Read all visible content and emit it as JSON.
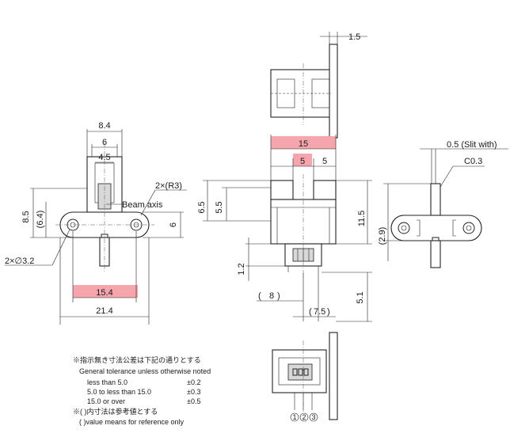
{
  "dimensions": {
    "left_view": {
      "d_8_4": "8.4",
      "d_6": "6",
      "d_4_5": "4.5",
      "d_8_5": "8.5",
      "d_6_4": "(6.4)",
      "d_6_right": "6",
      "d_15_4": "15.4",
      "d_21_4": "21.4",
      "hole_note": "2×∅3.2",
      "radius_note": "2×(R3)",
      "beam_axis": "Beam axis"
    },
    "center_view": {
      "d_1_5": "1.5",
      "d_15": "15",
      "d_5_left": "5",
      "d_5_right": "5",
      "d_6_5": "6.5",
      "d_5_5": "5.5",
      "d_11_5": "11.5",
      "d_1_2": "1.2",
      "d_8": "8",
      "d_7_5": "7.5",
      "d_5_1": "5.1",
      "paren_open": "(",
      "paren_close": ")"
    },
    "right_view": {
      "slit": "0.5 (Slit with)",
      "chamfer": "C0.3",
      "d_2_9": "(2.9)"
    }
  },
  "pins": {
    "labels": [
      "1",
      "2",
      "3"
    ]
  },
  "notes": {
    "line1": "※指示無き寸法公差は下記の通りとする",
    "line2": "General tolerance unless otherwise noted",
    "rows": [
      {
        "range": "less than 5.0",
        "tol": "±0.2"
      },
      {
        "range": "5.0 to less than 15.0",
        "tol": "±0.3"
      },
      {
        "range": "15.0 or over",
        "tol": "±0.5"
      }
    ],
    "line6": "※(  )内寸法は参考値とする",
    "line7": "(  )value means for reference only"
  },
  "colors": {
    "highlight": "#f4a6ac",
    "line": "#222222"
  }
}
